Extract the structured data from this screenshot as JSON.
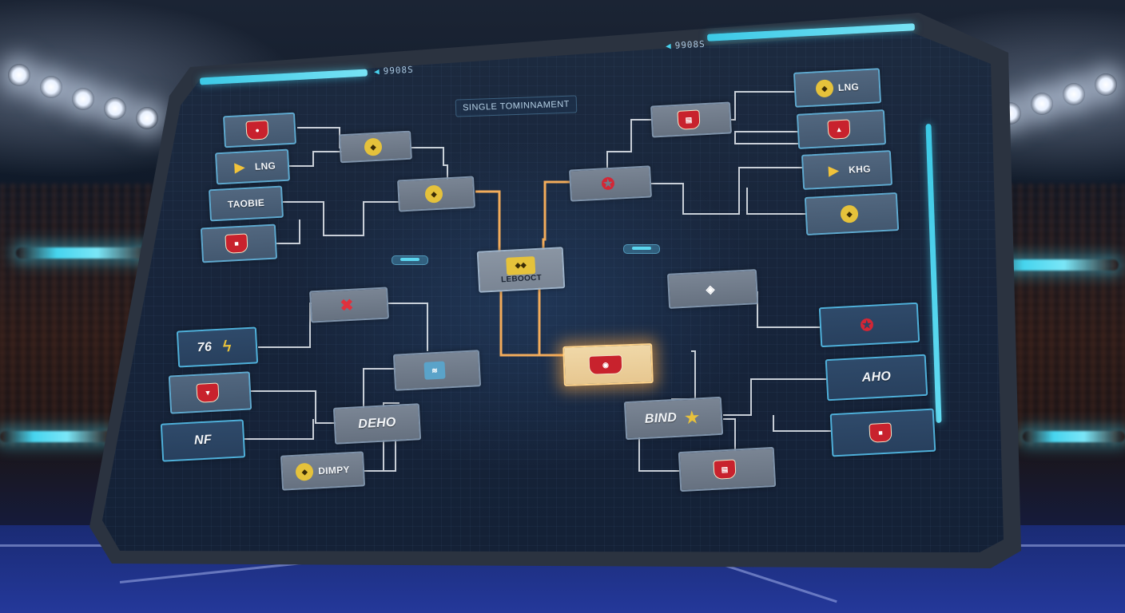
{
  "header": {
    "left_code": "9908S",
    "right_code": "9908S",
    "title": "SINGLE TOMINNAMENT"
  },
  "bracket": {
    "left": {
      "round1": [
        {
          "label": "",
          "logo": "shield-red-icon"
        },
        {
          "label": "LNG",
          "logo": "arrow-yellow-icon"
        },
        {
          "label": "TAOBIE",
          "logo": "wordmark-icon"
        },
        {
          "label": "",
          "logo": "shield-red-icon"
        },
        {
          "label": "76",
          "logo": "wordmark-icon"
        },
        {
          "label": "",
          "logo": "shield-red-icon"
        },
        {
          "label": "NF",
          "logo": "wordmark-icon"
        }
      ],
      "round2": [
        {
          "label": "",
          "logo": "gold-crest-icon"
        },
        {
          "label": "",
          "logo": "red-x-icon"
        },
        {
          "label": "DIMPY",
          "logo": "yellow-crest-icon"
        },
        {
          "label": "DEHO",
          "logo": "wordmark-icon"
        }
      ],
      "round3": [
        {
          "label": "",
          "logo": "gold-crest-icon"
        },
        {
          "label": "",
          "logo": "blue-crest-icon"
        }
      ],
      "final": {
        "label": "LEBOOCT",
        "logo": "gold-wordmark-icon"
      }
    },
    "right": {
      "round1": [
        {
          "label": "LNG",
          "logo": "yellow-crest-icon"
        },
        {
          "label": "",
          "logo": "eagle-icon"
        },
        {
          "label": "KHG",
          "logo": "arrow-yellow-icon"
        },
        {
          "label": "",
          "logo": "gold-crest-icon"
        },
        {
          "label": "",
          "logo": "red-crest-icon"
        },
        {
          "label": "AHO",
          "logo": "wordmark-icon"
        },
        {
          "label": "",
          "logo": "shield-red-icon"
        }
      ],
      "round2": [
        {
          "label": "",
          "logo": "red-wordmark-icon"
        },
        {
          "label": "",
          "logo": "wordmark-icon"
        },
        {
          "label": "BIND",
          "logo": "yellow-star-icon"
        },
        {
          "label": "",
          "logo": "red-wordmark-icon"
        }
      ],
      "round3": [
        {
          "label": "",
          "logo": "red-crest-icon"
        }
      ],
      "champion": {
        "label": "",
        "logo": "champion-crest-icon"
      }
    }
  },
  "colors": {
    "accent": "#46d4ee",
    "connector": "#e8edf3",
    "winner_path": "#ffb35c",
    "screen_bg": "#17243a"
  }
}
